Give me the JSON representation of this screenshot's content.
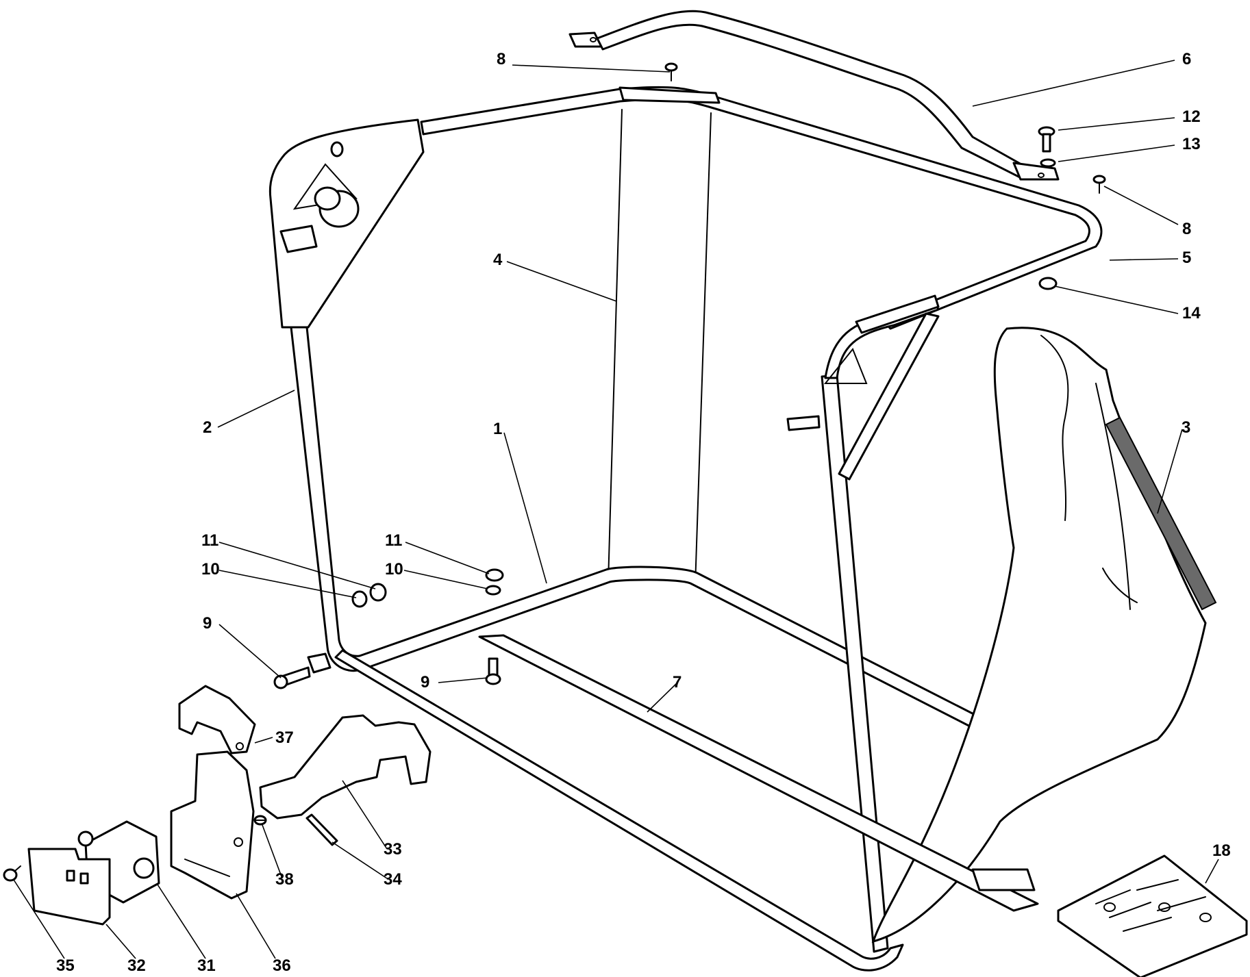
{
  "diagram": {
    "background_color": "#ffffff",
    "line_color": "#000000",
    "callouts": [
      {
        "id": "c8a",
        "label": "8"
      },
      {
        "id": "c6",
        "label": "6"
      },
      {
        "id": "c12",
        "label": "12"
      },
      {
        "id": "c13",
        "label": "13"
      },
      {
        "id": "c8b",
        "label": "8"
      },
      {
        "id": "c5",
        "label": "5"
      },
      {
        "id": "c4",
        "label": "4"
      },
      {
        "id": "c14",
        "label": "14"
      },
      {
        "id": "c2",
        "label": "2"
      },
      {
        "id": "c1",
        "label": "1"
      },
      {
        "id": "c3",
        "label": "3"
      },
      {
        "id": "c11a",
        "label": "11"
      },
      {
        "id": "c11b",
        "label": "11"
      },
      {
        "id": "c10a",
        "label": "10"
      },
      {
        "id": "c10b",
        "label": "10"
      },
      {
        "id": "c9a",
        "label": "9"
      },
      {
        "id": "c9b",
        "label": "9"
      },
      {
        "id": "c7",
        "label": "7"
      },
      {
        "id": "c37",
        "label": "37"
      },
      {
        "id": "c33",
        "label": "33"
      },
      {
        "id": "c34",
        "label": "34"
      },
      {
        "id": "c38",
        "label": "38"
      },
      {
        "id": "c18",
        "label": "18"
      },
      {
        "id": "c35",
        "label": "35"
      },
      {
        "id": "c32",
        "label": "32"
      },
      {
        "id": "c31",
        "label": "31"
      },
      {
        "id": "c36",
        "label": "36"
      }
    ]
  }
}
